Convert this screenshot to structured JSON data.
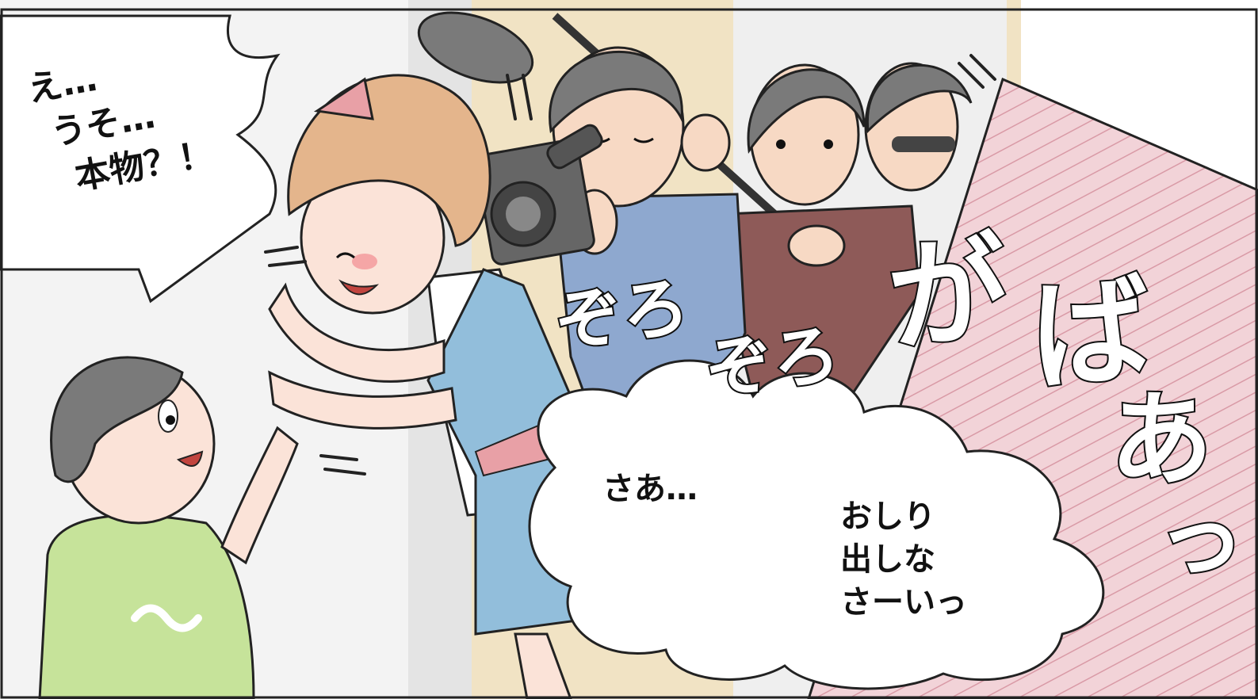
{
  "speech": {
    "left_bubble": [
      "え…",
      "うそ…",
      "本物？！"
    ],
    "center_bubble": "さあ…",
    "right_bubble": [
      "おしり",
      "出しな",
      "さーいっ"
    ]
  },
  "sound_effects": {
    "zoro1": "ぞろ",
    "zoro2": "ぞろ",
    "gabaa": [
      "が",
      "ば",
      "あ",
      "っ"
    ]
  },
  "colors": {
    "backdrop_pink": "#f2d3d8",
    "hair_blonde": "#e4b58c",
    "dress_blue": "#92bedb",
    "shirt_green": "#c6e39a",
    "shirt_blue": "#8ea8cf",
    "shirt_maroon": "#8e5a58"
  }
}
